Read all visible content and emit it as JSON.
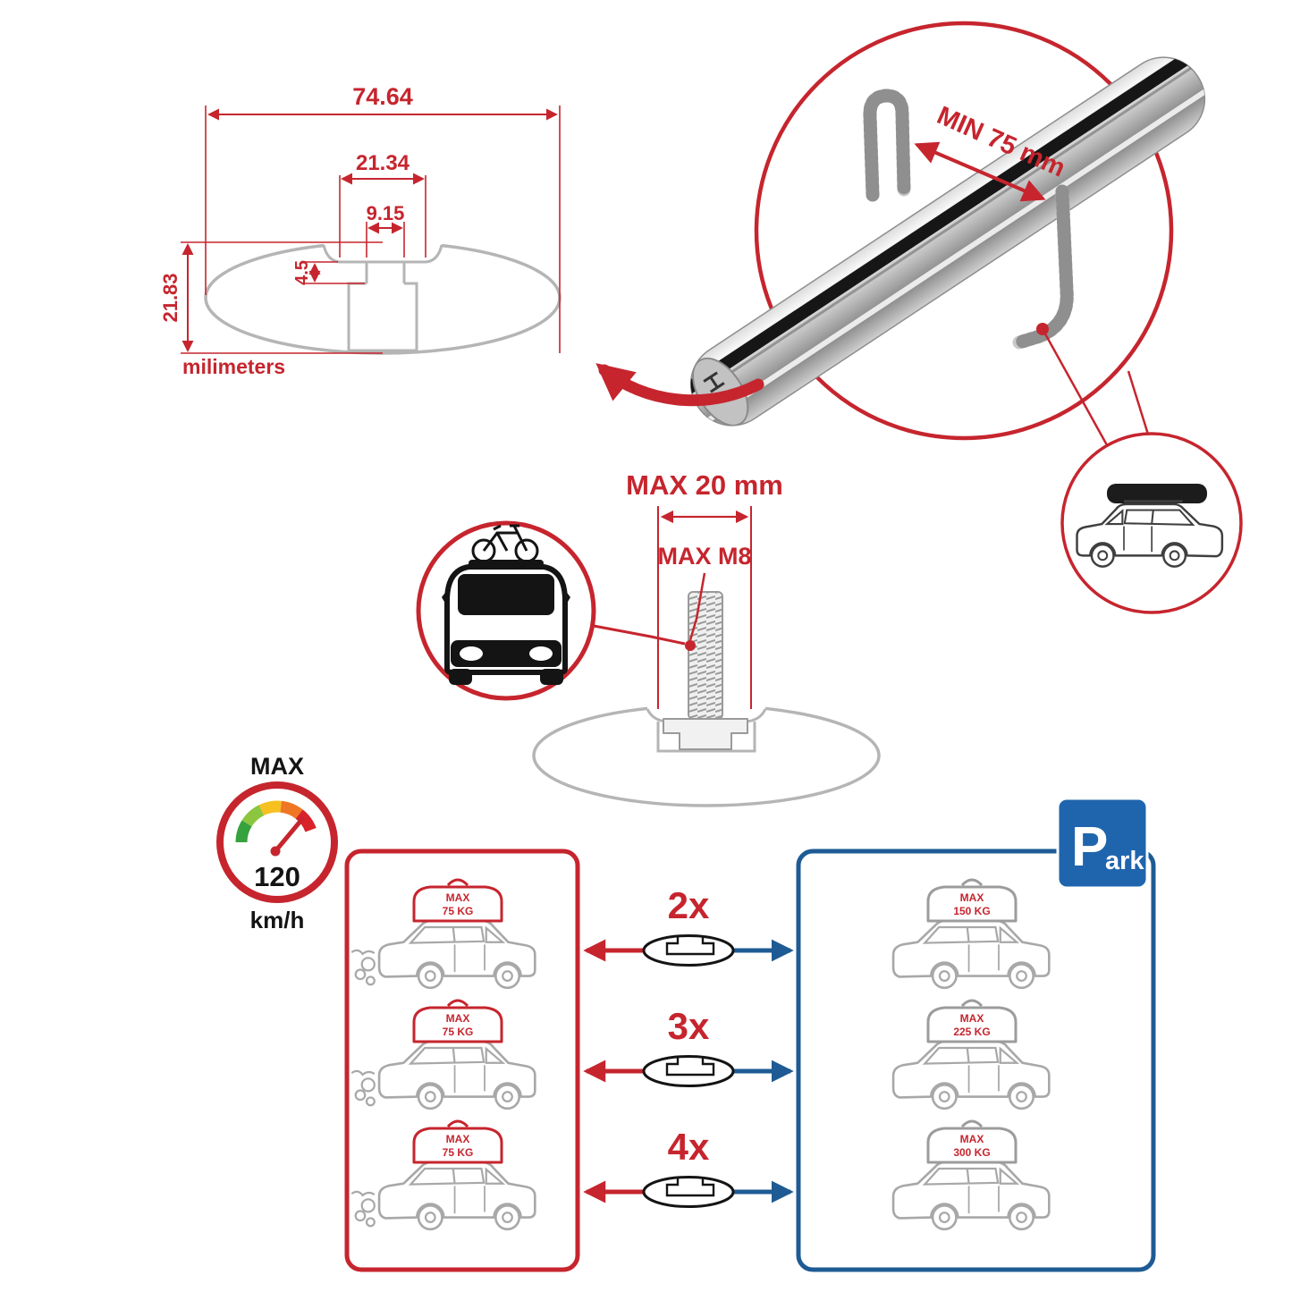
{
  "colors": {
    "accent_red": "#c6252e",
    "accent_blue": "#1e5b94",
    "park_sign_blue": "#1f65ad",
    "outline_gray": "#b5b5b5"
  },
  "dimensions": {
    "total_width": "74.64",
    "channel_width": "21.34",
    "slot_width": "9.15",
    "slot_depth": "4.5",
    "total_height": "21.83",
    "unit": "milimeters"
  },
  "clamp": {
    "min_label": "MIN 75 mm"
  },
  "bolt": {
    "max_width": "MAX 20 mm",
    "max_thread": "MAX M8"
  },
  "speed": {
    "title": "MAX",
    "value": "120",
    "unit": "km/h"
  },
  "red_panel": {
    "cars": [
      {
        "max": "MAX",
        "weight": "75 KG"
      },
      {
        "max": "MAX",
        "weight": "75 KG"
      },
      {
        "max": "MAX",
        "weight": "75 KG"
      }
    ]
  },
  "multipliers": [
    {
      "label": "2x"
    },
    {
      "label": "3x"
    },
    {
      "label": "4x"
    }
  ],
  "blue_panel": {
    "park": {
      "initial": "P",
      "rest": "ark"
    },
    "cars": [
      {
        "max": "MAX",
        "weight": "150 KG"
      },
      {
        "max": "MAX",
        "weight": "225 KG"
      },
      {
        "max": "MAX",
        "weight": "300 KG"
      }
    ]
  }
}
